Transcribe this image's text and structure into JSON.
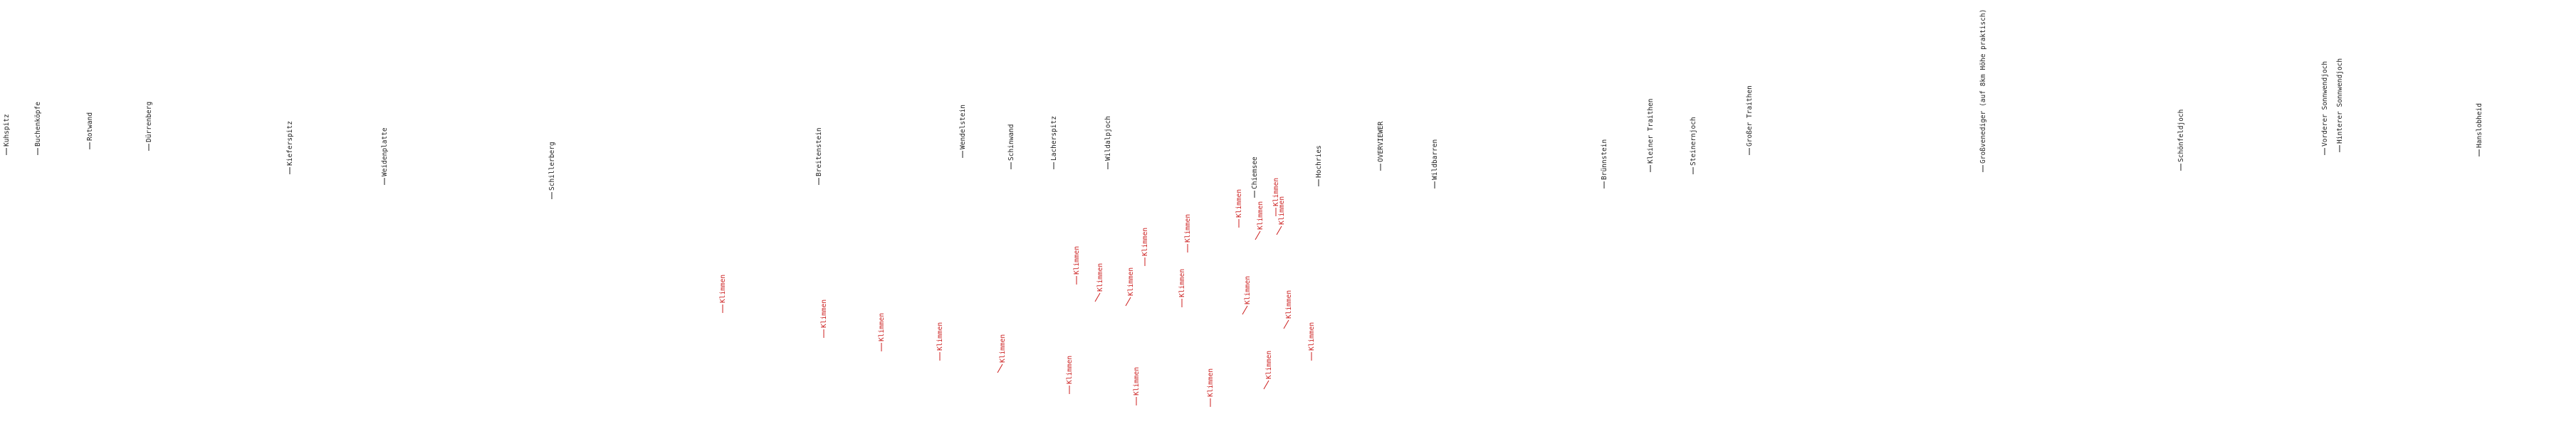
{
  "colors": {
    "peak": "#222222",
    "route": "#cc1f1f",
    "background": "#ffffff"
  },
  "peaks": [
    "Kuhspitz",
    "Buchenköpfe",
    "Rotwand",
    "Dürrenberg",
    "Kieferspitz",
    "Weidenplatte",
    "Schillerberg",
    "Breitenstein",
    "Wendelstein",
    "Schinwand",
    "Lacherspitz",
    "Wildalpjoch",
    "Chiemsee",
    "Hochries",
    "OVERVIEWER",
    "Wildbarren",
    "Brünnstein",
    "Kleiner Traithen",
    "Steinernjoch",
    "Großer Traithen",
    "Großvenediger (auf 8km Höhe praktisch)",
    "Schönfeldjoch",
    "Hinterer Sonnwendjoch",
    "Vorderer Sonnwendjoch",
    "Hanslobheid"
  ],
  "route_label": "Klimmen"
}
